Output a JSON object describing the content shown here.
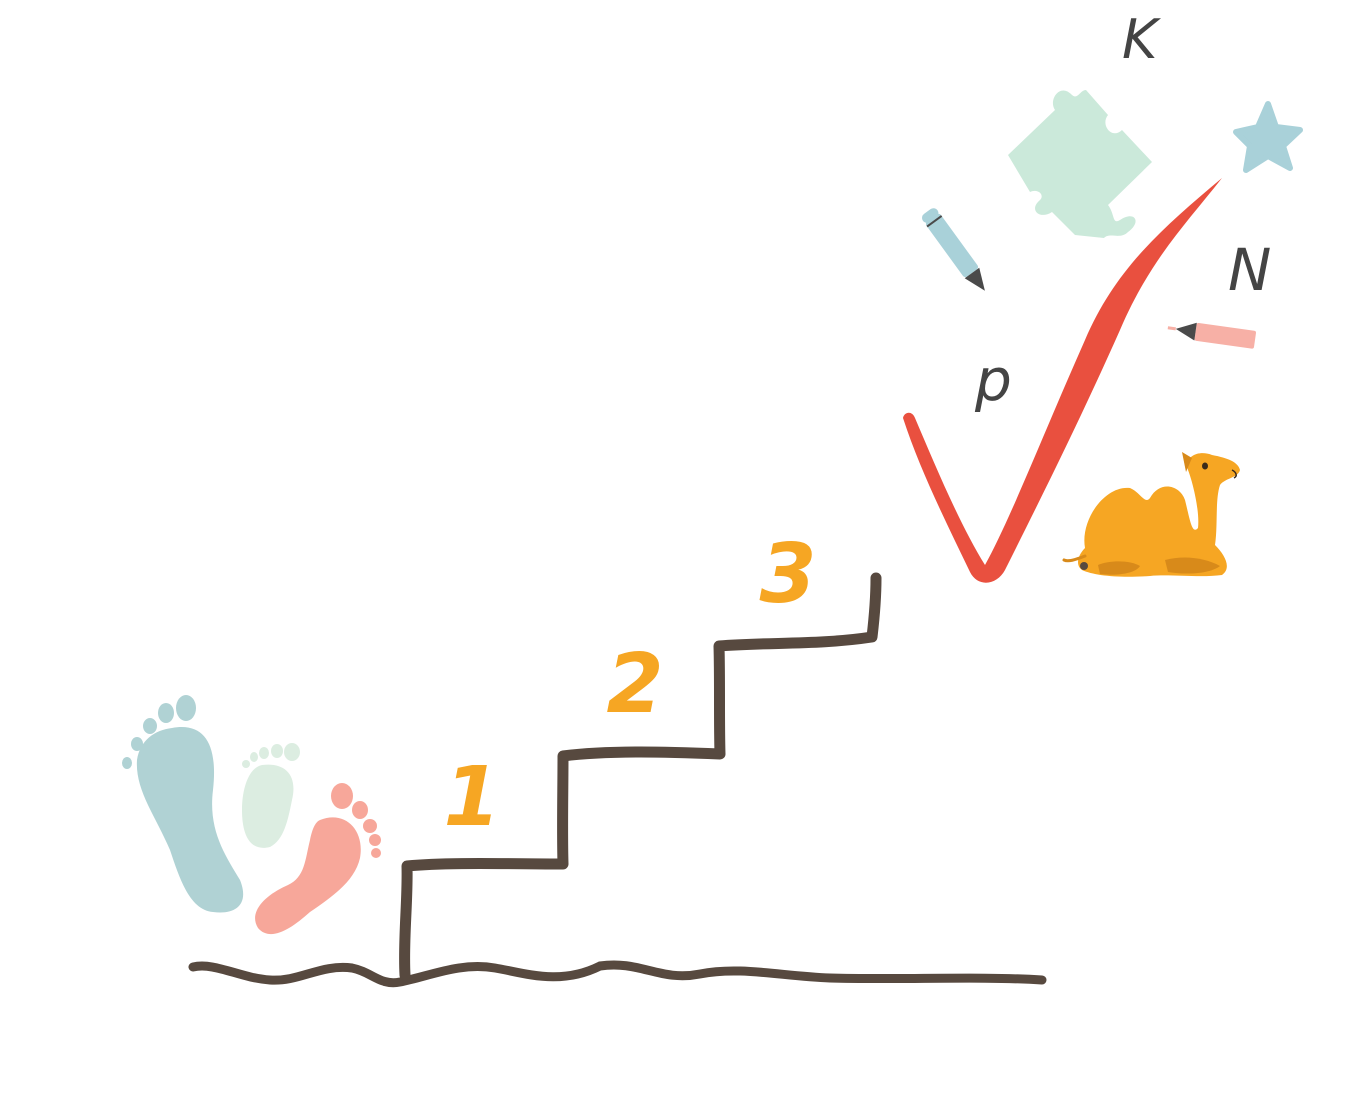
{
  "steps": [
    {
      "label": "1"
    },
    {
      "label": "2"
    },
    {
      "label": "3"
    }
  ],
  "letters": {
    "k": "K",
    "n": "N",
    "p": "p"
  },
  "icons": [
    "footprint-icon",
    "stairs-icon",
    "checkmark-icon",
    "puzzle-piece-icon",
    "star-icon",
    "pencil-icon",
    "camel-icon"
  ],
  "colors": {
    "ground": "#57493f",
    "step_numbers": "#f6a623",
    "checkmark": "#e9503f",
    "foot_blue": "#b0d2d4",
    "foot_green": "#dcede1",
    "foot_pink": "#f7a79a",
    "puzzle": "#cbe9da",
    "star": "#a9d1d9",
    "pencil_blue": "#a9d1d9",
    "pencil_pink": "#f7b0a6",
    "camel": "#f6a623",
    "letters": "#444444"
  }
}
